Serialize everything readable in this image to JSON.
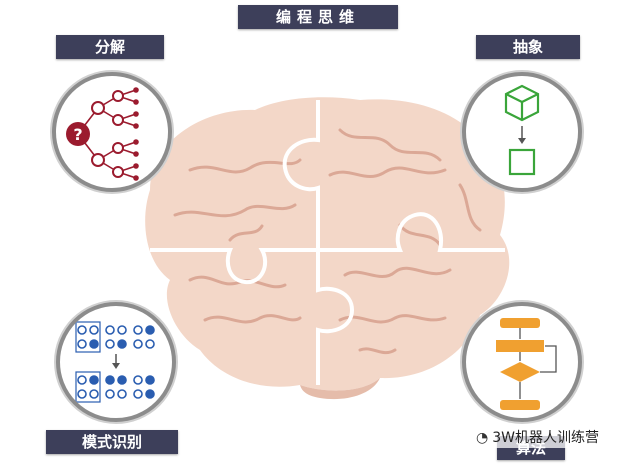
{
  "title": "编程思维",
  "quadrants": {
    "decomposition": {
      "label": "分解",
      "icon": "decomposition-tree-icon",
      "color": "#9b1b2e"
    },
    "abstraction": {
      "label": "抽象",
      "icon": "cube-to-square-icon",
      "color": "#3aa53a"
    },
    "pattern_recognition": {
      "label": "模式识别",
      "icon": "dot-grid-pattern-icon",
      "color": "#2a5db0"
    },
    "algorithm": {
      "label": "算法",
      "icon": "flowchart-icon",
      "color": "#f0a030"
    }
  },
  "watermark": {
    "icon": "wechat-icon",
    "text": "3W机器人训练营"
  },
  "colors": {
    "banner": "#3d3f5a",
    "brain": "#f3d7c8",
    "brain_shadow": "#e5bcaa",
    "puzzle_lines": "#ffffff"
  }
}
